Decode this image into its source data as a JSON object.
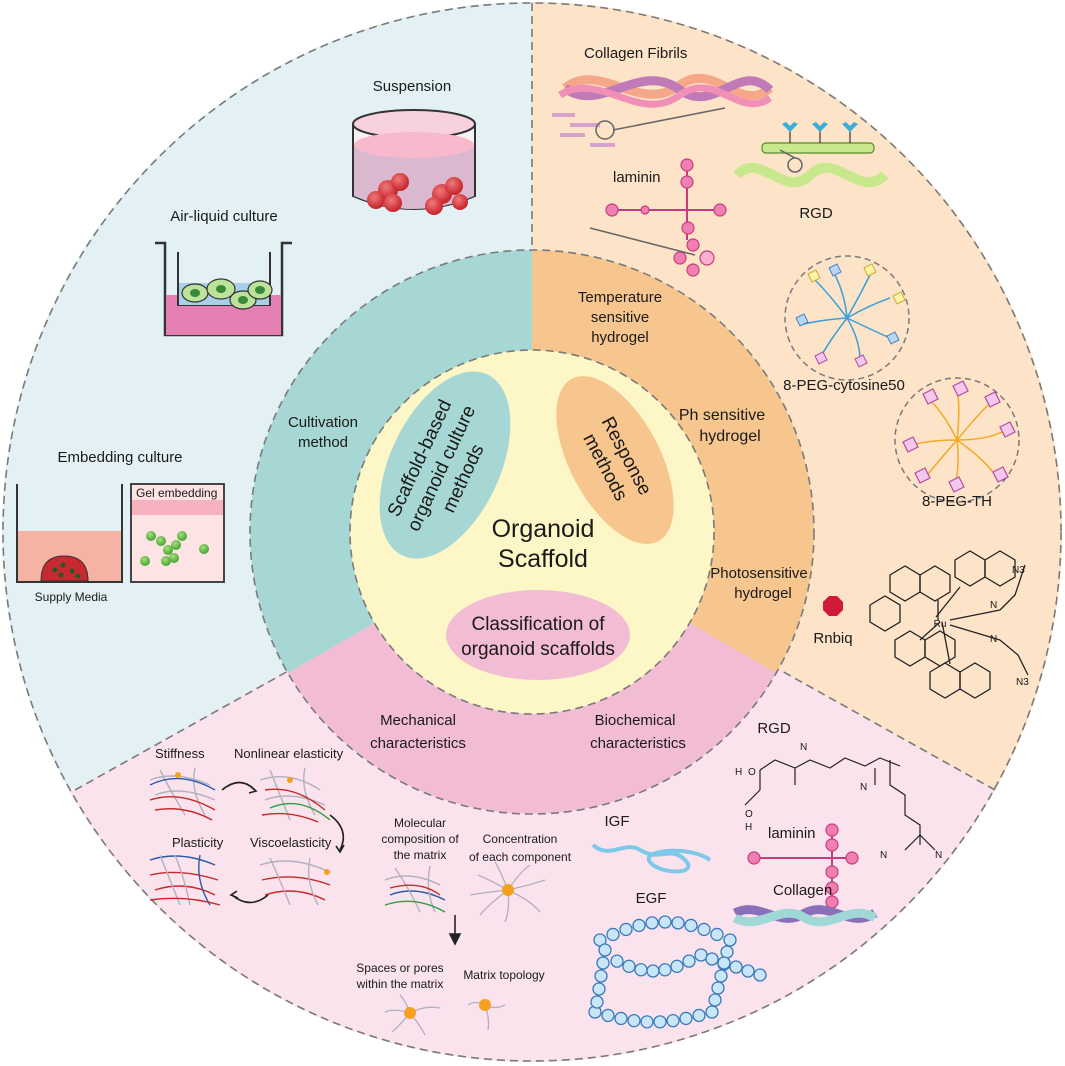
{
  "center": {
    "title_line1": "Organoid",
    "title_line2": "Scaffold"
  },
  "inner_ellipses": {
    "scaffold_line1": "Scaffold-based",
    "scaffold_line2": "organoid culture",
    "scaffold_line3": "methods",
    "response_line1": "Response",
    "response_line2": "methods",
    "classification_line1": "Classification of",
    "classification_line2": "organoid scaffolds"
  },
  "middle_ring": {
    "cultivation_line1": "Cultivation",
    "cultivation_line2": "method",
    "temp_line1": "Temperature",
    "temp_line2": "sensitive",
    "temp_line3": "hydrogel",
    "ph_line1": "Ph sensitive",
    "ph_line2": "hydrogel",
    "photo_line1": "Photosensitive",
    "photo_line2": "hydrogel",
    "mech_line1": "Mechanical",
    "mech_line2": "characteristics",
    "bio_line1": "Biochemical",
    "bio_line2": "characteristics"
  },
  "culture_section": {
    "suspension": "Suspension",
    "air_liquid": "Air-liquid culture",
    "embedding": "Embedding  culture",
    "gel_embedding": "Gel embedding",
    "supply_media": "Supply Media"
  },
  "response_section": {
    "collagen_fibrils": "Collagen Fibrils",
    "laminin": "laminin",
    "rgd": "RGD",
    "peg_cytosine": "8-PEG-cytosine50",
    "peg_th": "8-PEG-TH",
    "rnbiq": "Rnbiq",
    "ru": "Ru",
    "n": "N",
    "n3": "N3"
  },
  "mechanical_section": {
    "stiffness": "Stiffness",
    "nonlinear": "Nonlinear elasticity",
    "plasticity": "Plasticity",
    "viscoelasticity": "Viscoelasticity",
    "molecular_line1": "Molecular",
    "molecular_line2": "composition of",
    "molecular_line3": "the matrix",
    "concentration_line1": "Concentration",
    "concentration_line2": "of each component",
    "spaces_line1": "Spaces or pores",
    "spaces_line2": "within the matrix",
    "topology": "Matrix topology"
  },
  "biochem_section": {
    "igf": "IGF",
    "egf": "EGF",
    "rgd": "RGD",
    "laminin": "laminin",
    "collagen": "Collagen",
    "h": "H",
    "o": "O",
    "n": "N",
    "ho": "HO"
  },
  "colors": {
    "blue_sector": "#e3f1f4",
    "orange_sector": "#fde3c8",
    "pink_sector": "#fbe3ee",
    "teal_ring": "#a7d7d4",
    "orange_ring": "#f6c68e",
    "pink_ring": "#f2bcd4",
    "center_fill": "#fdf6c6",
    "dashed_line": "#7a7a7a"
  }
}
